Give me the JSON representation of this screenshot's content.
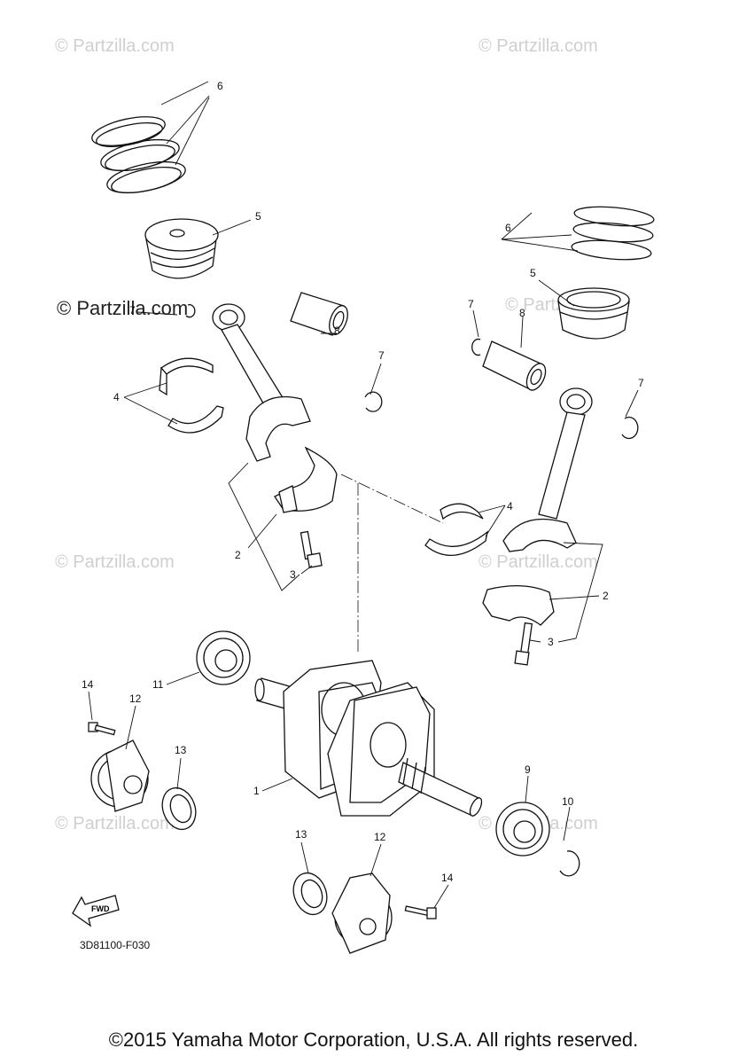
{
  "watermark": {
    "text": "© Partzilla.com",
    "strong_text": "© Partzilla.com",
    "color": "#cfcfcf"
  },
  "diagram_code": "3D81100-F030",
  "fwd_badge": "FWD",
  "callouts": {
    "c1": "1",
    "c2a": "2",
    "c2b": "2",
    "c3a": "3",
    "c3b": "3",
    "c4a": "4",
    "c4b": "4",
    "c5a": "5",
    "c5b": "5",
    "c6a": "6",
    "c6b": "6",
    "c7a": "7",
    "c7b": "7",
    "c7c": "7",
    "c7d": "7",
    "c8a": "8",
    "c8b": "8",
    "c9": "9",
    "c10": "10",
    "c11": "11",
    "c12a": "12",
    "c12b": "12",
    "c13a": "13",
    "c13b": "13",
    "c14a": "14",
    "c14b": "14"
  },
  "copyright": "©2015 Yamaha Motor Corporation, U.S.A. All rights reserved."
}
